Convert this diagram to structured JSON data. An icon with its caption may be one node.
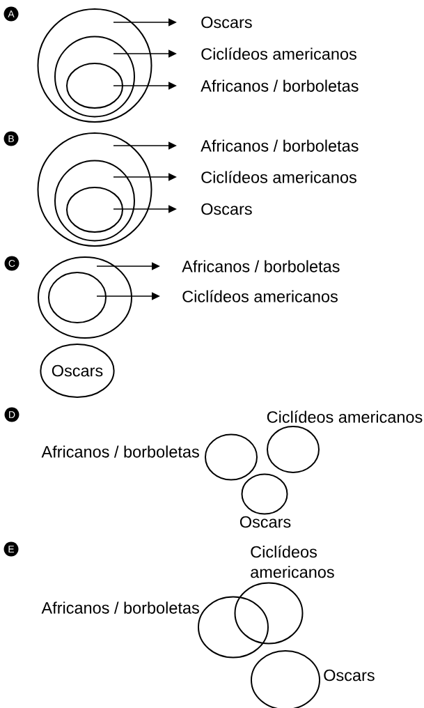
{
  "diagram": {
    "nodes": [
      {
        "text": [],
        "shape": "circle"
      },
      {
        "text": [],
        "shape": "circle",
        "in": 0
      },
      {
        "text": [],
        "shape": "circle",
        "in": 1
      },
      {
        "text": [
          "Oscars"
        ]
      },
      {
        "text": [
          "Ciclídeos americanos"
        ]
      },
      {
        "text": [
          "Africanos / borboletas"
        ]
      },
      {
        "text": [],
        "shape": "circle"
      },
      {
        "text": [],
        "shape": "circle",
        "in": 6
      },
      {
        "text": [],
        "shape": "circle",
        "in": 7
      },
      {
        "text": [
          "Africanos / borboletas"
        ]
      },
      {
        "text": [
          "Ciclídeos americanos"
        ]
      },
      {
        "text": [
          "Oscars"
        ]
      },
      {
        "text": [],
        "shape": "circle"
      },
      {
        "text": [],
        "shape": "circle",
        "in": 12
      },
      {
        "text": [
          "Africanos / borboletas"
        ]
      },
      {
        "text": [
          "Ciclídeos americanos"
        ]
      },
      {
        "text": [
          "Oscars"
        ]
      },
      {
        "text": [],
        "shape": "circle",
        "beside": [
          "Africanos / borboletas"
        ]
      },
      {
        "text": [],
        "shape": "circle",
        "beside": [
          "Ciclídeos americanos"
        ]
      },
      {
        "text": [],
        "shape": "circle",
        "beside": [
          "Oscars"
        ]
      },
      {
        "text": [],
        "shape": "circle",
        "beside": [
          "Africanos / borboletas"
        ]
      },
      {
        "text": [],
        "shape": "circle",
        "beside": [
          "Ciclídeos americanos"
        ]
      },
      {
        "text": [],
        "shape": "circle",
        "beside": [
          "Oscars"
        ]
      }
    ],
    "edges": [
      {
        "from": 0,
        "to": 3,
        "arrow": "to"
      },
      {
        "from": 1,
        "to": 4,
        "arrow": "to"
      },
      {
        "from": 2,
        "to": 5,
        "arrow": "to"
      },
      {
        "from": 6,
        "to": 9,
        "arrow": "to"
      },
      {
        "from": 7,
        "to": 10,
        "arrow": "to"
      },
      {
        "from": 8,
        "to": 11,
        "arrow": "to"
      },
      {
        "from": 12,
        "to": 14,
        "arrow": "to"
      },
      {
        "from": 13,
        "to": 15,
        "arrow": "to"
      }
    ],
    "labels": [
      "A",
      "B",
      "C",
      "D",
      "E"
    ]
  }
}
